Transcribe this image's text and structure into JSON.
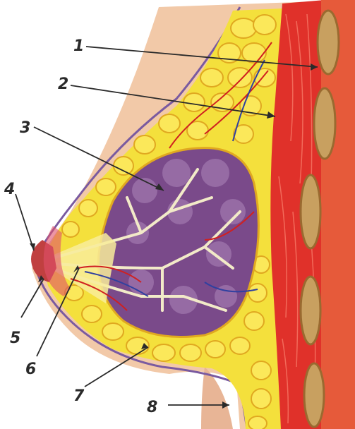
{
  "labels": [
    {
      "id": 1,
      "text": "1"
    },
    {
      "id": 2,
      "text": "2"
    },
    {
      "id": 3,
      "text": "3"
    },
    {
      "id": 4,
      "text": "4"
    },
    {
      "id": 5,
      "text": "5"
    },
    {
      "id": 6,
      "text": "6"
    },
    {
      "id": 7,
      "text": "7"
    },
    {
      "id": 8,
      "text": "8"
    }
  ],
  "colors": {
    "skin": "#f2c9a8",
    "skin_shadow": "#e0a682",
    "fat": "#f4e03c",
    "fat_outline": "#e0a820",
    "muscle": "#e0312a",
    "muscle_light": "#f26a5a",
    "rib": "#c8a060",
    "rib_inner": "#9a6a30",
    "gland": "#7a4a8a",
    "gland_light": "#a27ab0",
    "duct": "#f2eac8",
    "vessel_red": "#d02020",
    "vessel_blue": "#3040a0",
    "nipple": "#c04040",
    "border": "#7a5aa0"
  }
}
